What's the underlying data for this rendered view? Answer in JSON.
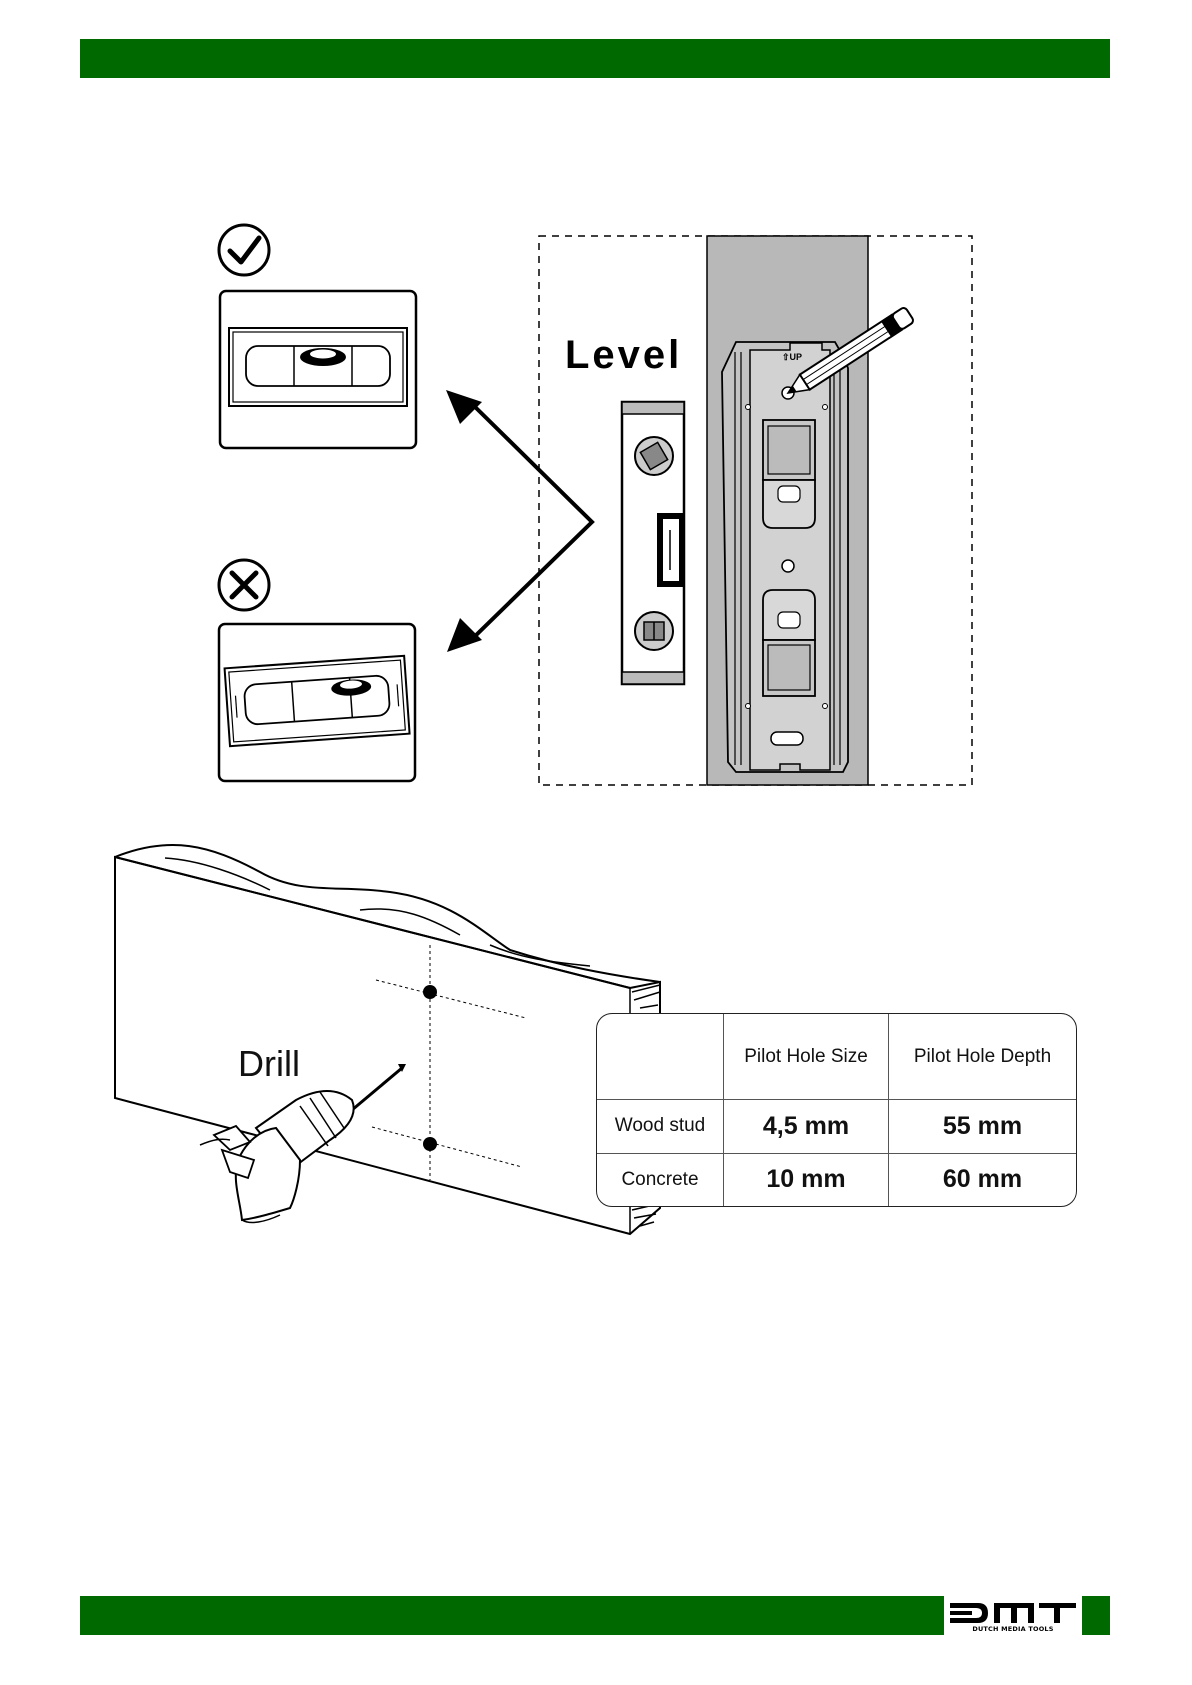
{
  "labels": {
    "level": "Level",
    "drill": "Drill",
    "up": "UP"
  },
  "icons": [
    "check-icon",
    "cross-icon",
    "arrow-icon",
    "pencil-icon"
  ],
  "table": {
    "headers": [
      "",
      "Pilot Hole Size",
      "Pilot Hole Depth"
    ],
    "rows": [
      {
        "material": "Wood stud",
        "size": "4,5 mm",
        "depth": "55 mm"
      },
      {
        "material": "Concrete",
        "size": "10 mm",
        "depth": "60 mm"
      }
    ]
  },
  "logo": {
    "letters": "DMT",
    "subtitle": "DUTCH MEDIA TOOLS"
  },
  "colors": {
    "brand_green": "#006a00",
    "wall_gray": "#b8b8b8",
    "bracket_gray": "#c4c4c4"
  }
}
